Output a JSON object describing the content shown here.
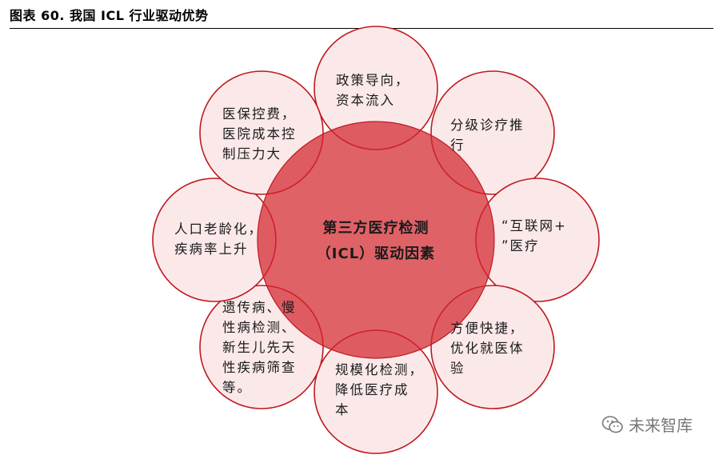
{
  "figure": {
    "title": "图表 60. 我国 ICL 行业驱动优势"
  },
  "center": {
    "lines": [
      "第三方医疗检测",
      "（ICL）驱动因素"
    ]
  },
  "factors": [
    {
      "id": "policy",
      "lines": [
        "政策导向，",
        "资本流入"
      ]
    },
    {
      "id": "tiered",
      "lines": [
        "分级诊疗推",
        "行"
      ]
    },
    {
      "id": "internet",
      "lines": [
        "“互联网+",
        "”医疗"
      ]
    },
    {
      "id": "convenience",
      "lines": [
        "方便快捷，",
        "优化就医体",
        "验"
      ]
    },
    {
      "id": "scale",
      "lines": [
        "规模化检测，",
        "降低医疗成",
        "本"
      ]
    },
    {
      "id": "disease",
      "lines": [
        "遗传病、慢",
        "性病检测、",
        "新生儿先天",
        "性疾病筛查",
        "等。"
      ]
    },
    {
      "id": "aging",
      "lines": [
        "人口老龄化，",
        "疾病率上升"
      ]
    },
    {
      "id": "cost",
      "lines": [
        "医保控费，",
        "医院成本控",
        "制压力大"
      ]
    }
  ],
  "colors": {
    "circle_stroke": "#c0181e",
    "circle_fill": "#fbe9ea",
    "center_fill": "#d2262c"
  },
  "watermark": {
    "icon": "wechat-icon",
    "text": "未来智库"
  }
}
